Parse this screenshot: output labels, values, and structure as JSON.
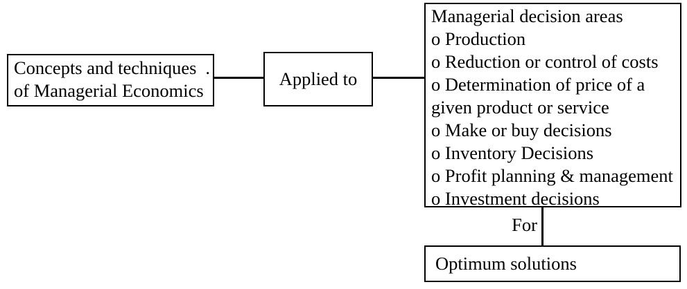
{
  "colors": {
    "background": "#ffffff",
    "line": "#000000",
    "text": "#000000"
  },
  "left_box": {
    "text_line1": "Concepts and techniques",
    "text_line2": "of Managerial Economics",
    "trailing_period": "."
  },
  "middle_box": {
    "label": "Applied to"
  },
  "right_box": {
    "title": "Managerial decision areas",
    "items": [
      "o Production",
      "o Reduction or control of costs",
      "o Determination of price of a given product or service",
      "o Make or buy decisions",
      "o Inventory Decisions",
      "o Profit planning & management",
      "o Investment decisions"
    ]
  },
  "connector": {
    "label": "For"
  },
  "bottom_box": {
    "label": "Optimum solutions"
  }
}
